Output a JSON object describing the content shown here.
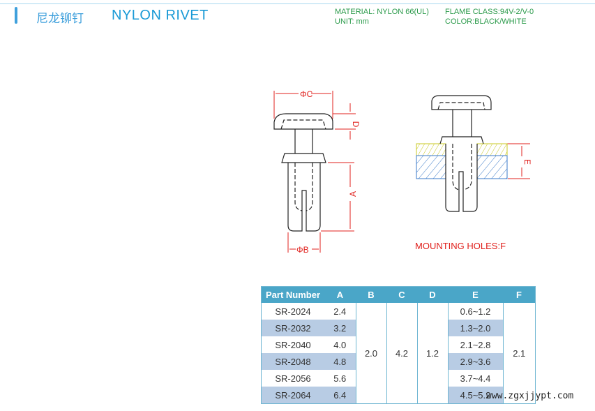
{
  "header": {
    "title_cn": "尼龙铆钉",
    "title_en": "NYLON RIVET",
    "material": "MATERIAL: NYLON 66(UL)",
    "unit": "UNIT: mm",
    "flame": "FLAME CLASS:94V-2/V-0",
    "color": "COLOR:BLACK/WHITE"
  },
  "drawing": {
    "labels": {
      "c": "ΦC",
      "d": "D",
      "a": "A",
      "b": "ΦB",
      "e": "E"
    },
    "mounting": "MOUNTING HOLES:F"
  },
  "table": {
    "headers": [
      "Part Number",
      "A",
      "B",
      "C",
      "D",
      "E",
      "F"
    ],
    "rows": [
      [
        "SR-2024",
        "2.4",
        "0.6~1.2"
      ],
      [
        "SR-2032",
        "3.2",
        "1.3~2.0"
      ],
      [
        "SR-2040",
        "4.0",
        "2.1~2.8"
      ],
      [
        "SR-2048",
        "4.8",
        "2.9~3.6"
      ],
      [
        "SR-2056",
        "5.6",
        "3.7~4.4"
      ],
      [
        "SR-2064",
        "6.4",
        "4.5~5.2"
      ]
    ],
    "b": "2.0",
    "c": "4.2",
    "d": "1.2",
    "f": "2.1"
  },
  "watermark": "www.zgxjjypt.com"
}
